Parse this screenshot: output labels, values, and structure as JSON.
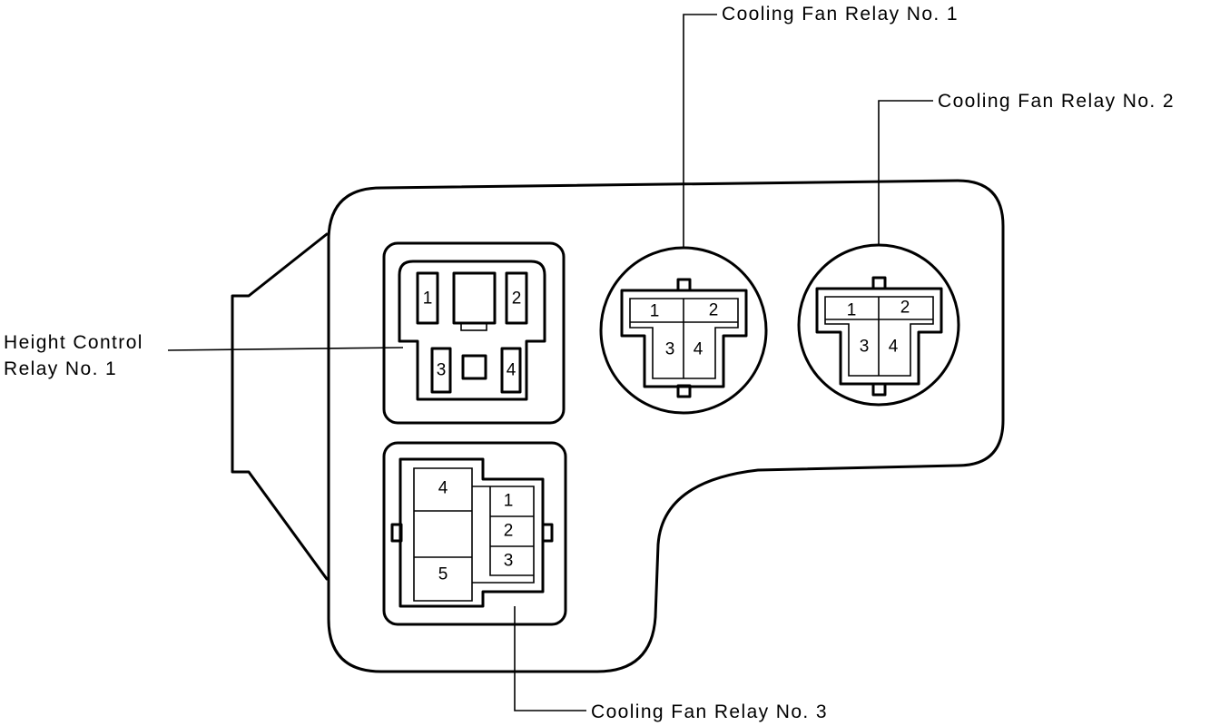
{
  "labels": {
    "height_control_relay_1_line1": "Height Control",
    "height_control_relay_1_line2": "Relay No. 1",
    "cooling_fan_relay_1": "Cooling Fan Relay No. 1",
    "cooling_fan_relay_2": "Cooling Fan Relay No. 2",
    "cooling_fan_relay_3": "Cooling Fan Relay No. 3"
  },
  "height_control_relay_1": {
    "pins": [
      "1",
      "2",
      "3",
      "4"
    ]
  },
  "cooling_fan_relay_1": {
    "pins": [
      "1",
      "2",
      "3",
      "4"
    ]
  },
  "cooling_fan_relay_2": {
    "pins": [
      "1",
      "2",
      "3",
      "4"
    ]
  },
  "cooling_fan_relay_3": {
    "pins": [
      "4",
      "1",
      "2",
      "3",
      "5"
    ]
  }
}
